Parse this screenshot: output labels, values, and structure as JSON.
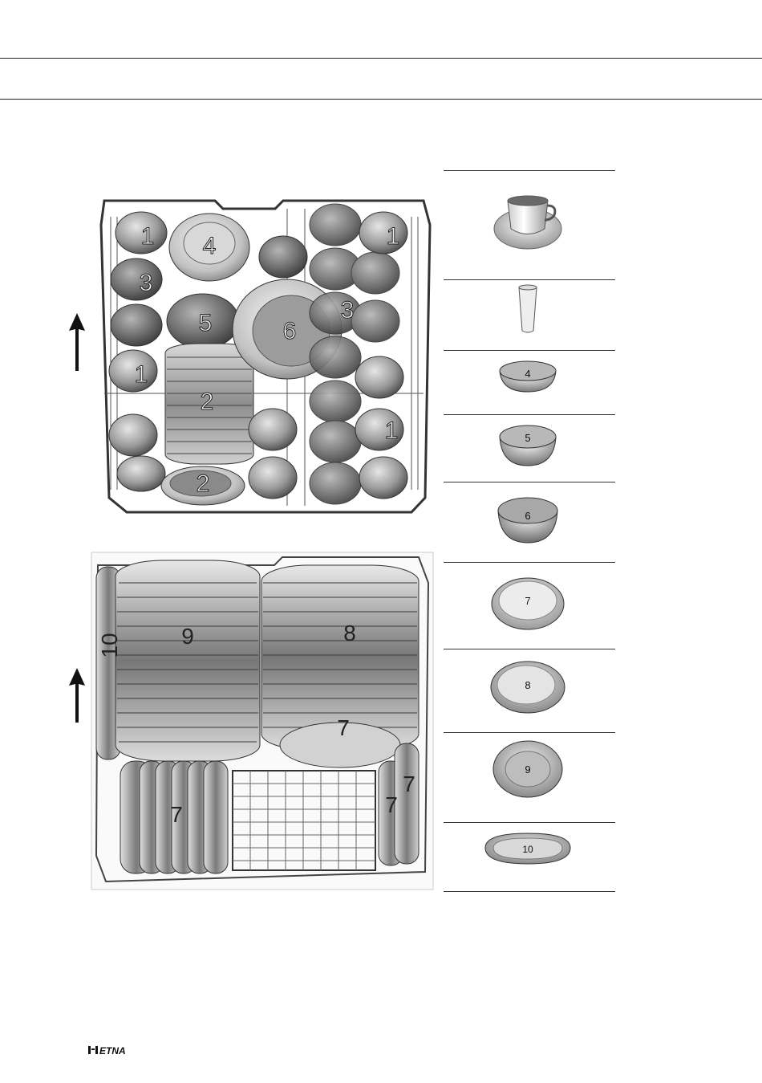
{
  "upper_rack": {
    "labels": [
      "1",
      "1",
      "1",
      "1",
      "3",
      "3",
      "4",
      "5",
      "6",
      "2",
      "2"
    ]
  },
  "lower_rack": {
    "labels": [
      "10",
      "9",
      "8",
      "7",
      "7",
      "7",
      "7"
    ]
  },
  "legend": {
    "items": [
      {
        "icon": "cup-with-saucer-icon",
        "label": ""
      },
      {
        "icon": "glass-icon",
        "label": ""
      },
      {
        "icon": "small-bowl-icon",
        "label": "4"
      },
      {
        "icon": "deep-bowl-icon",
        "label": "5"
      },
      {
        "icon": "large-bowl-icon",
        "label": "6"
      },
      {
        "icon": "dinner-plate-icon",
        "label": "7"
      },
      {
        "icon": "soup-plate-icon",
        "label": "8"
      },
      {
        "icon": "dessert-plate-icon",
        "label": "9"
      },
      {
        "icon": "serving-platter-icon",
        "label": "10"
      }
    ]
  },
  "brand": {
    "logo_text": "ETNA"
  }
}
